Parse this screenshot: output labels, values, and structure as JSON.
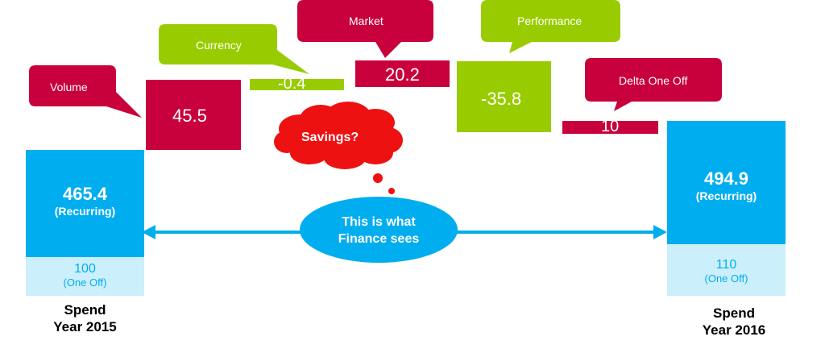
{
  "colors": {
    "recurring": "#00aeef",
    "oneoff_fill": "#cceffc",
    "oneoff_text": "#00aeef",
    "red": "#c8003c",
    "green": "#99cc00",
    "arrow": "#00aeef"
  },
  "spend2015": {
    "recurring_value": "465.4",
    "recurring_label": "(Recurring)",
    "oneoff_value": "100",
    "oneoff_label": "(One Off)",
    "year_label_line1": "Spend",
    "year_label_line2": "Year 2015"
  },
  "spend2016": {
    "recurring_value": "494.9",
    "recurring_label": "(Recurring)",
    "oneoff_value": "110",
    "oneoff_label": "(One Off)",
    "year_label_line1": "Spend",
    "year_label_line2": "Year 2016"
  },
  "waterfall": [
    {
      "key": "volume",
      "value": "45.5",
      "callout": "Volume",
      "color": "red"
    },
    {
      "key": "currency",
      "value": "-0.4",
      "callout": "Currency",
      "color": "green"
    },
    {
      "key": "market",
      "value": "20.2",
      "callout": "Market",
      "color": "red"
    },
    {
      "key": "performance",
      "value": "-35.8",
      "callout": "Performance",
      "color": "green"
    },
    {
      "key": "delta_one_off",
      "value": "10",
      "callout": "Delta One Off",
      "color": "red"
    }
  ],
  "savings_cloud": "Savings?",
  "finance_ellipse": {
    "line1": "This is what",
    "line2": "Finance sees"
  }
}
